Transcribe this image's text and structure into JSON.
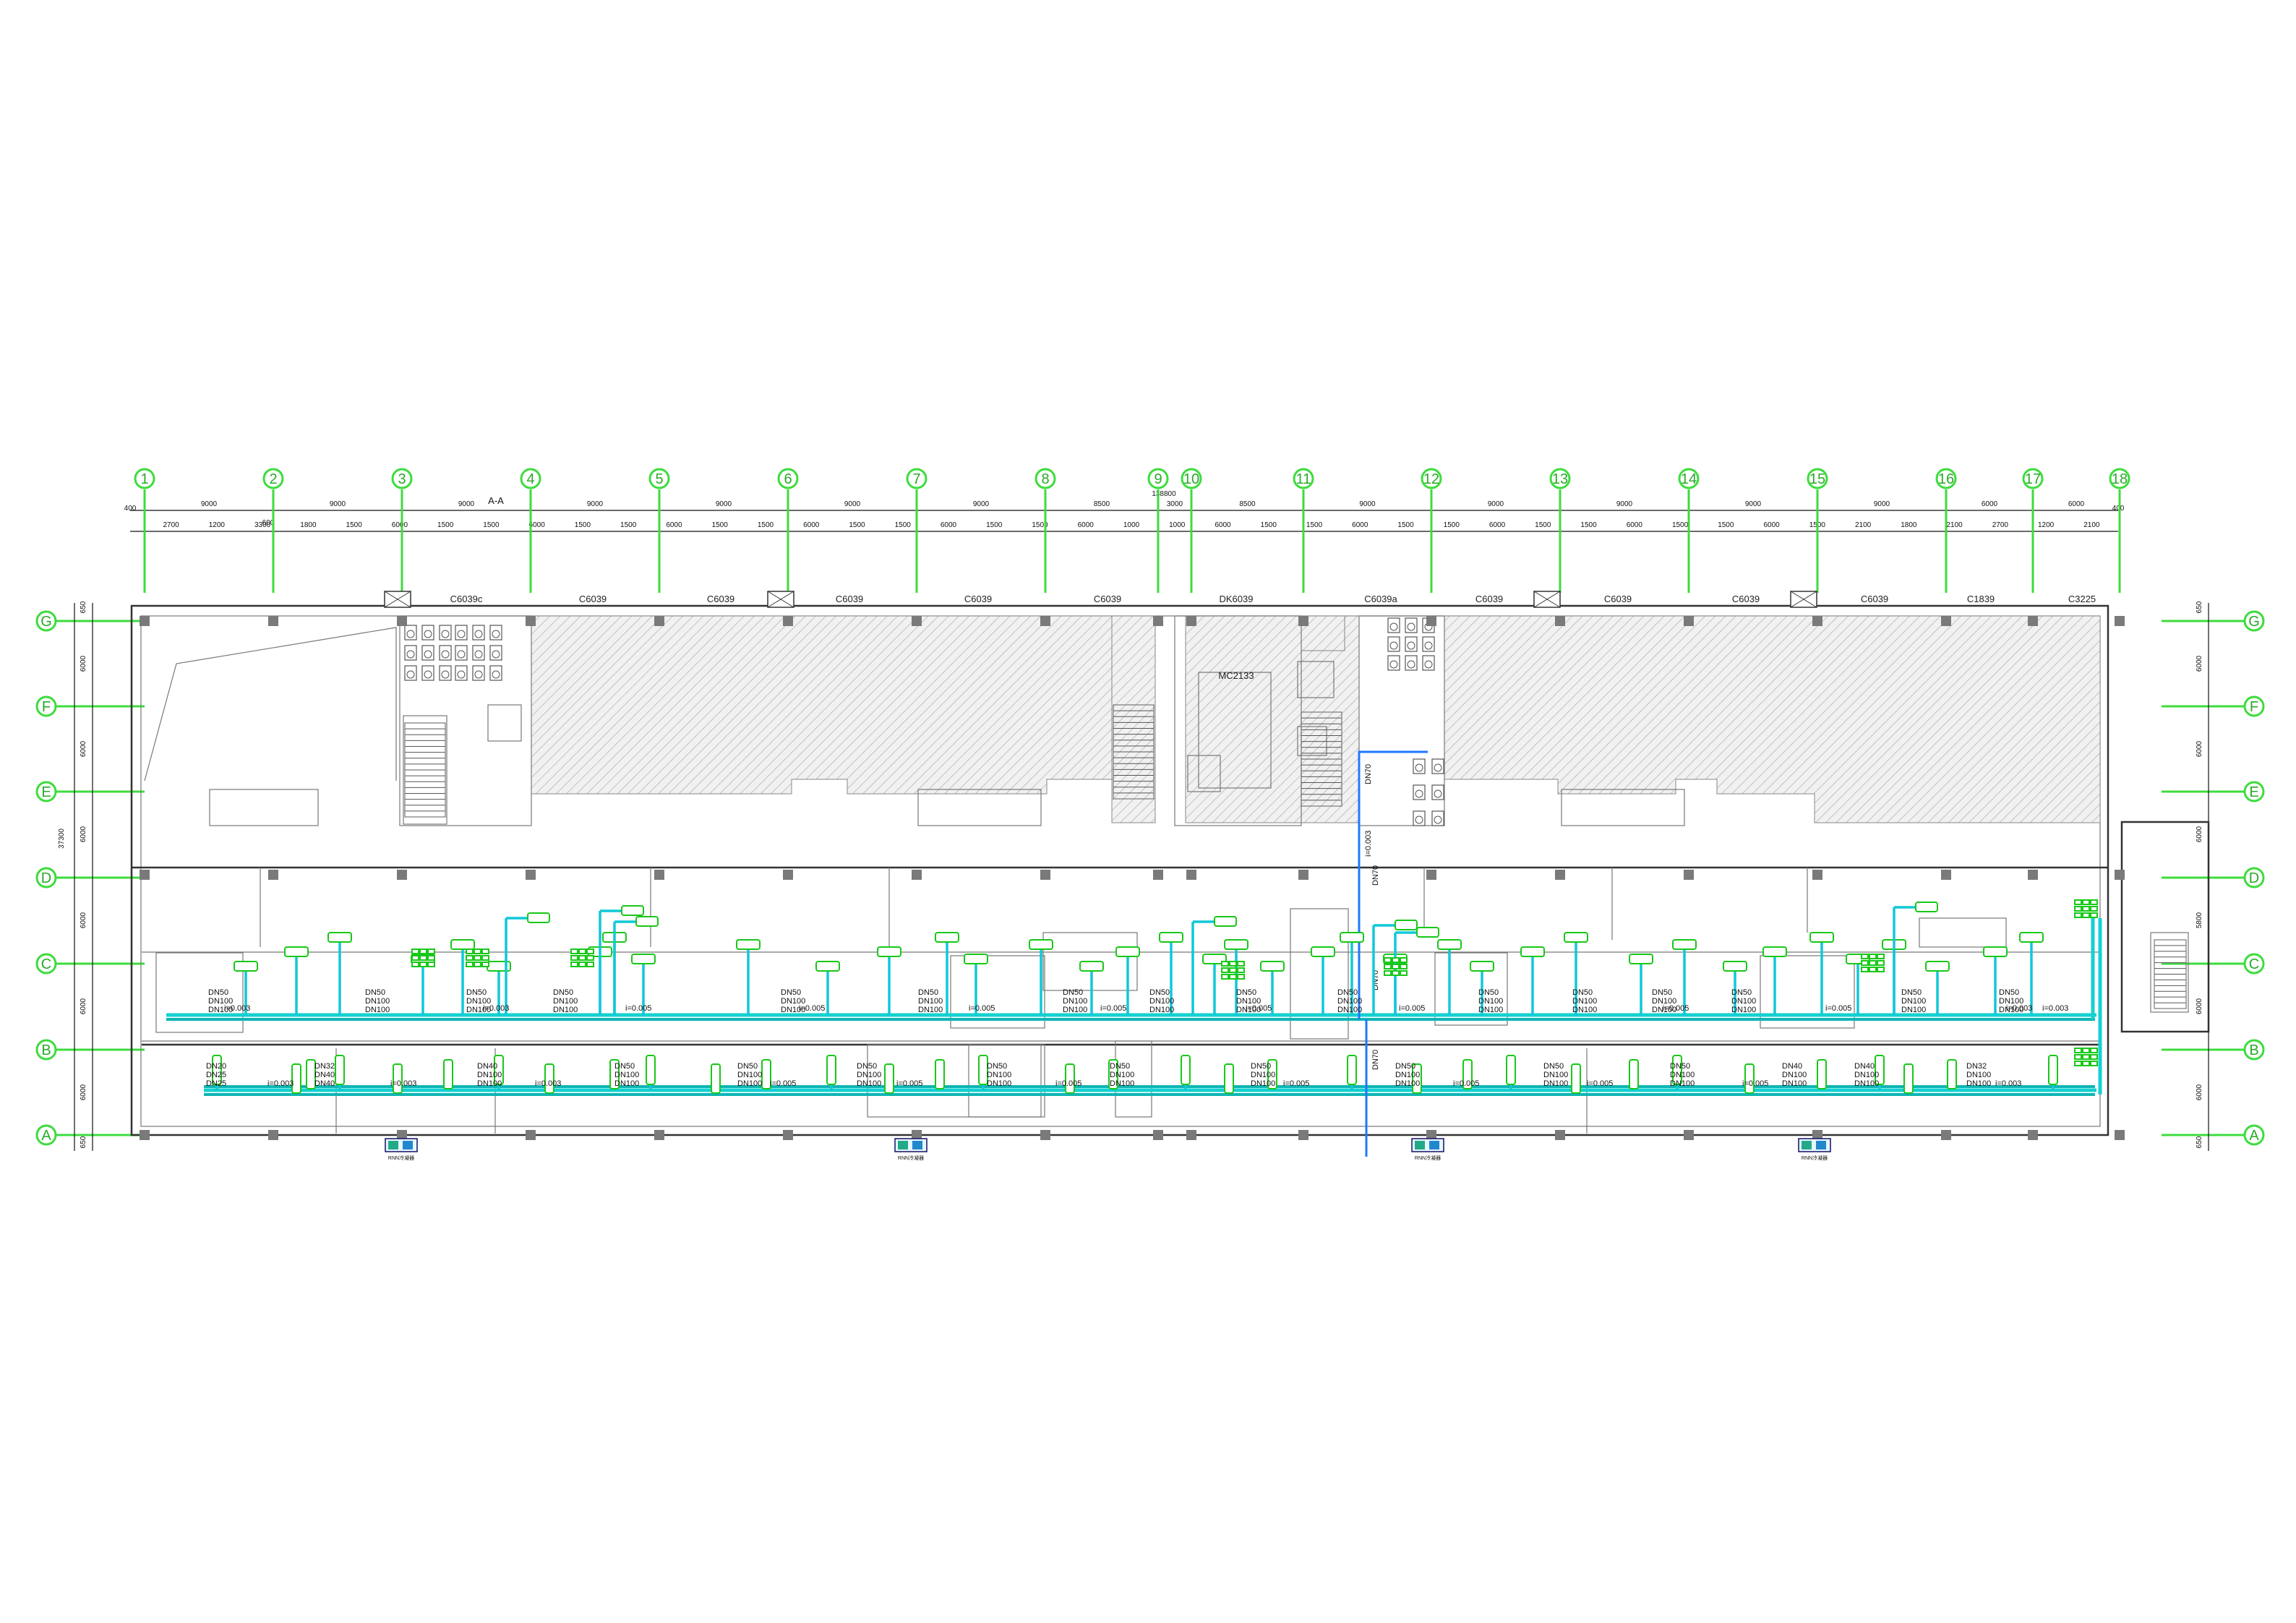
{
  "axes_top": [
    "1",
    "2",
    "3",
    "4",
    "5",
    "6",
    "7",
    "8",
    "9",
    "10",
    "11",
    "12",
    "13",
    "14",
    "15",
    "16",
    "17",
    "18"
  ],
  "axes_side": [
    "G",
    "F",
    "E",
    "D",
    "C",
    "B",
    "A"
  ],
  "dims": {
    "total": "138800",
    "section": "A-A",
    "top_row": [
      "9000",
      "9000",
      "9000",
      "9000",
      "9000",
      "9000",
      "9000",
      "8500",
      "3000",
      "8500",
      "9000",
      "9000",
      "9000",
      "9000",
      "9000",
      "6000",
      "6000"
    ],
    "sub_row": [
      "2700",
      "1200",
      "3300",
      "1800",
      "1500",
      "6000",
      "1500",
      "1500",
      "6000",
      "1500",
      "1500",
      "6000",
      "1500",
      "1500",
      "6000",
      "1500",
      "1500",
      "6000",
      "1500",
      "1500",
      "6000",
      "1000",
      "1000",
      "6000",
      "1500",
      "1500",
      "6000",
      "1500",
      "1500",
      "6000",
      "1500",
      "1500",
      "6000",
      "1500",
      "1500",
      "6000",
      "1500",
      "2100",
      "1800",
      "2100",
      "2700",
      "1200",
      "2100"
    ],
    "edge_small": [
      "400",
      "400",
      "600"
    ],
    "left_side": [
      "650",
      "6000",
      "6000",
      "6000",
      "6000",
      "6000",
      "6000",
      "650"
    ],
    "left_total": "37300",
    "right_side": [
      "650",
      "6000",
      "6000",
      "6000",
      "5800",
      "6000",
      "6000",
      "650"
    ]
  },
  "windows": [
    "C6039c",
    "C6039",
    "C6039",
    "C6039",
    "C6039",
    "C6039",
    "DK6039",
    "C6039a",
    "C6039",
    "C6039",
    "C6039",
    "C6039",
    "C1839",
    "C3225"
  ],
  "core_labels": {
    "mc": "MC2133",
    "riser": "DN70",
    "riser_note": "i=0.003"
  },
  "pipe_labels": {
    "dn50": "DN50",
    "dn100": "DN100",
    "dn70": "DN70",
    "dn20": "DN20",
    "dn25": "DN25",
    "dn32": "DN32",
    "dn40": "DN40",
    "slope_003": "i=0.003",
    "slope_005": "i=0.005"
  },
  "upper_main_slopes": [
    "i=0.003",
    "i=0.003",
    "i=0.005",
    "i=0.005",
    "i=0.005",
    "i=0.005",
    "i=0.005",
    "i=0.005",
    "i=0.005",
    "i=0.005",
    "i=0.003",
    "i=0.003"
  ],
  "lower_main_slopes": [
    "i=0.003",
    "i=0.003",
    "i=0.003",
    "i=0.005",
    "i=0.005",
    "i=0.005",
    "i=0.005",
    "i=0.005",
    "i=0.005",
    "i=0.005",
    "i=0.003"
  ],
  "equipment_labels": [
    "RNN冷凝器",
    "RNN冷凝器",
    "RNN冷凝器",
    "RNN冷凝器"
  ],
  "colors": {
    "axis": "#3ddc3d",
    "pipe": "#14d1d1",
    "riser": "#1e78ff",
    "fixture": "#18c818",
    "wall": "#333333"
  }
}
